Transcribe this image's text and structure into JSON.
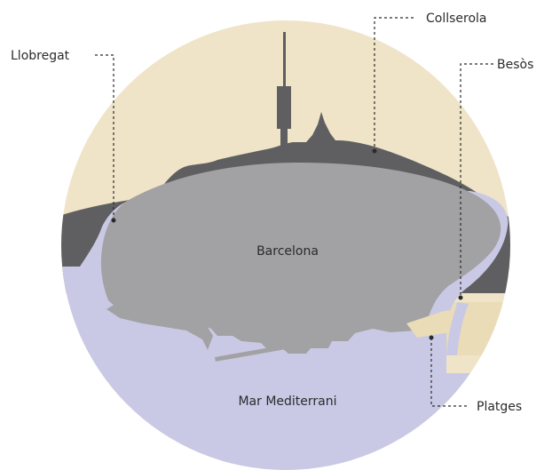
{
  "labels": {
    "llobregat": "Llobregat",
    "collserola": "Collserola",
    "besos": "Besòs",
    "barcelona": "Barcelona",
    "platges": "Platges",
    "sea": "Mar Mediterrani"
  },
  "colors": {
    "sky": "#efe4c8",
    "mountain": "#5f5f61",
    "city": "#a2a2a4",
    "water": "#c9c9e6",
    "beach": "#e9dcb7",
    "text": "#2b2b2b"
  }
}
